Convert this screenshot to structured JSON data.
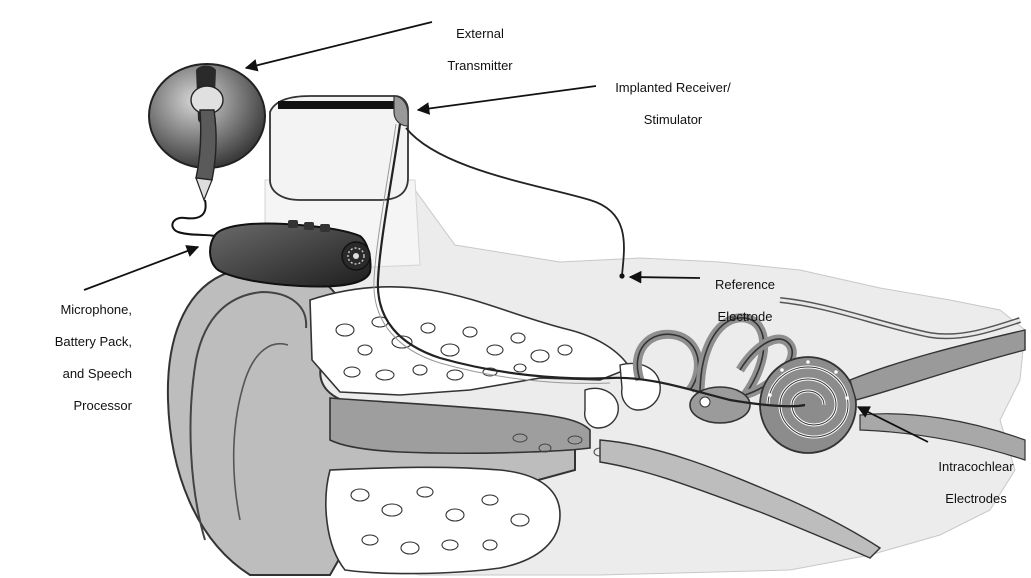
{
  "diagram": {
    "labels": {
      "external_transmitter": [
        "External",
        "Transmitter"
      ],
      "implanted_receiver": [
        "Implanted Receiver/",
        "Stimulator"
      ],
      "reference_electrode": [
        "Reference",
        "Electrode"
      ],
      "microphone": [
        "Microphone,",
        "Battery Pack,",
        "and Speech",
        "Processor"
      ],
      "intracochlear": [
        "Intracochlear",
        "Electrodes"
      ]
    }
  }
}
